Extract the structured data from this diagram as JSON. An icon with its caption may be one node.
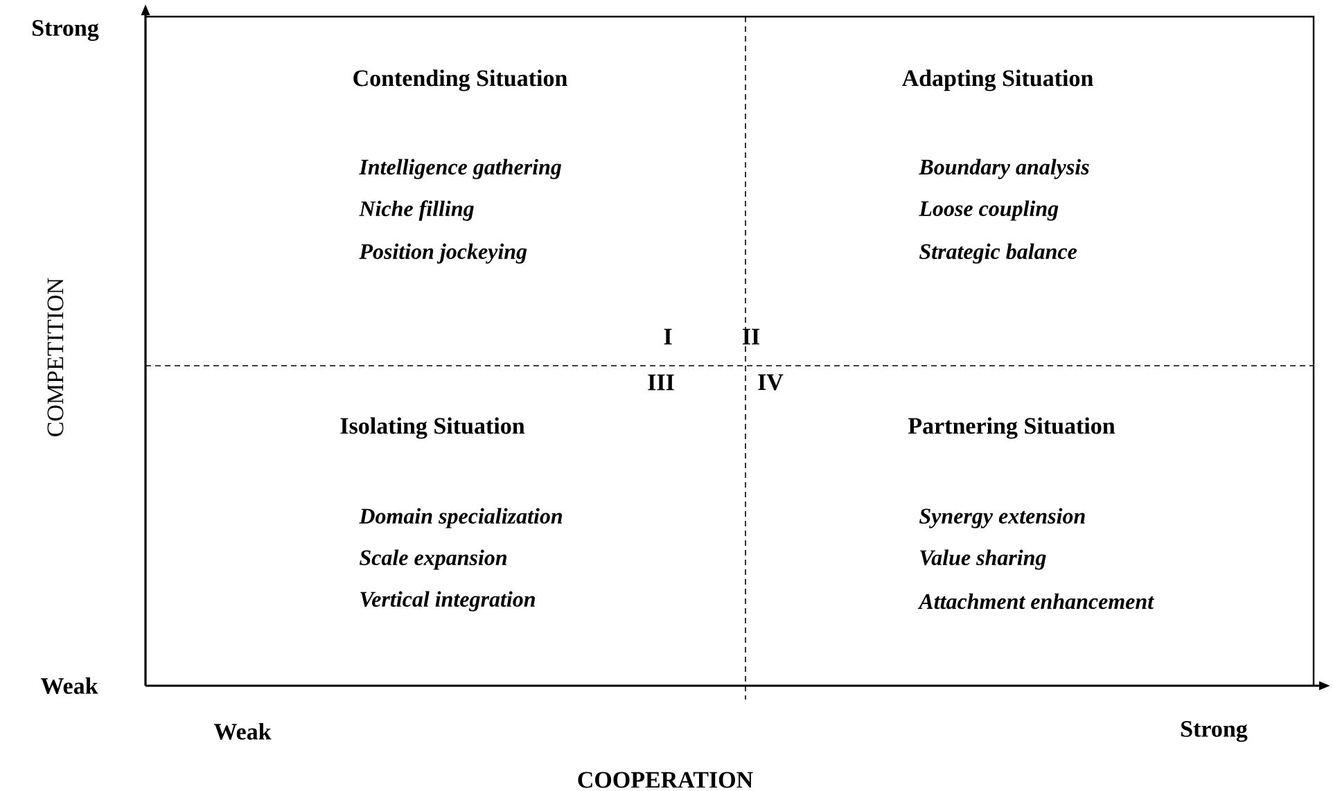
{
  "diagram": {
    "labels": [
      "Strong",
      "Contending Situation",
      "Adapting Situation",
      "Intelligence gathering",
      "Niche filling",
      "Position jockeying",
      "Boundary analysis",
      "Loose coupling",
      "Strategic balance",
      "I",
      "II",
      "III",
      "IV",
      "COMPETITION",
      "Isolating Situation",
      "Partnering Situation",
      "Domain specialization",
      "Scale expansion",
      "Vertical integration",
      "Synergy extension",
      "Value sharing",
      "Attachment enhancement",
      "Weak",
      "Weak",
      "Strong",
      "COOPERATION"
    ]
  }
}
